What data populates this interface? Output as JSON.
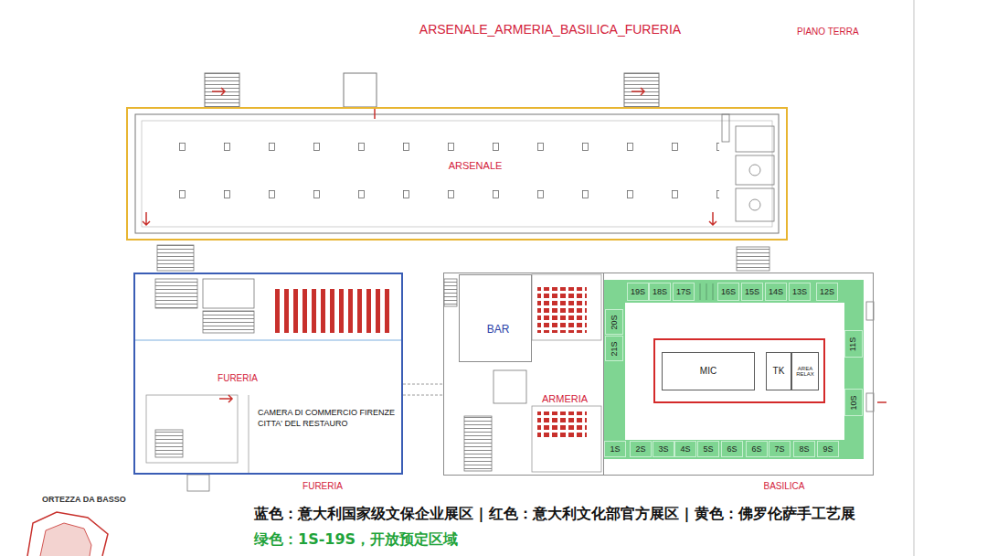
{
  "diagram": {
    "title": "ARSENALE_ARMERIA_BASILICA_FURERIA",
    "nodes": [
      {
        "text": [
          "ARSENALE"
        ]
      },
      {
        "text": [
          "FURERIA",
          "CAMERA DI COMMERCIO FIRENZE CITTA' DEL RESTAURO",
          "FURERIA"
        ]
      },
      {
        "text": [
          "ARMERIA"
        ]
      },
      {
        "text": [
          "BAR"
        ],
        "in": 2
      },
      {
        "text": [
          "BASILICA"
        ]
      },
      {
        "text": [
          "19S"
        ],
        "in": 4
      },
      {
        "text": [
          "18S"
        ],
        "in": 4
      },
      {
        "text": [
          "17S"
        ],
        "in": 4
      },
      {
        "text": [
          "16S"
        ],
        "in": 4
      },
      {
        "text": [
          "15S"
        ],
        "in": 4
      },
      {
        "text": [
          "14S"
        ],
        "in": 4
      },
      {
        "text": [
          "13S"
        ],
        "in": 4
      },
      {
        "text": [
          "12S"
        ],
        "in": 4
      },
      {
        "text": [
          "20S"
        ],
        "in": 4
      },
      {
        "text": [
          "21S"
        ],
        "in": 4
      },
      {
        "text": [
          "11S"
        ],
        "in": 4
      },
      {
        "text": [
          "10S"
        ],
        "in": 4
      },
      {
        "text": [
          "1S"
        ],
        "in": 4
      },
      {
        "text": [
          "2S"
        ],
        "in": 4
      },
      {
        "text": [
          "3S"
        ],
        "in": 4
      },
      {
        "text": [
          "4S"
        ],
        "in": 4
      },
      {
        "text": [
          "5S"
        ],
        "in": 4
      },
      {
        "text": [
          "6S"
        ],
        "in": 4
      },
      {
        "text": [
          "6S"
        ],
        "in": 4
      },
      {
        "text": [
          "7S"
        ],
        "in": 4
      },
      {
        "text": [
          "8S"
        ],
        "in": 4
      },
      {
        "text": [
          "9S"
        ],
        "in": 4
      },
      {
        "text": [
          "MIC"
        ],
        "in": 4
      },
      {
        "text": [
          "TK"
        ],
        "in": 4
      },
      {
        "text": [
          "AREA RELAX"
        ],
        "in": 4
      }
    ],
    "labels": [
      "PIANO TERRA",
      "ORTEZZA DA BASSO",
      "蓝色：意大利国家级文保企业展区 | 红色：意大利文化部官方展区 | 黄色：佛罗伦萨手工艺展",
      "绿色：1S-19S，开放预定区域"
    ]
  }
}
